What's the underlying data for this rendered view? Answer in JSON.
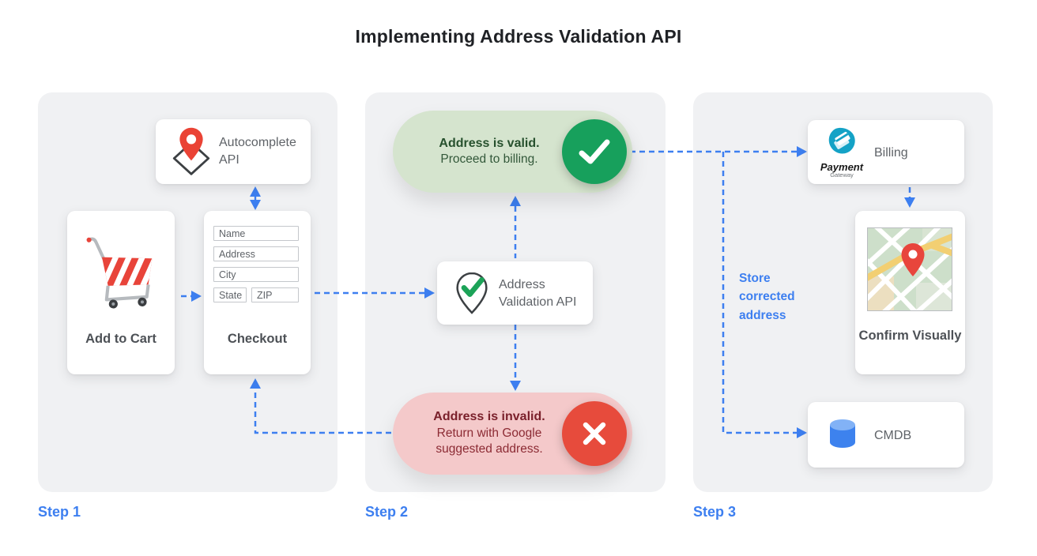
{
  "title": "Implementing Address Validation API",
  "steps": [
    {
      "label": "Step 1"
    },
    {
      "label": "Step 2"
    },
    {
      "label": "Step 3"
    }
  ],
  "step1": {
    "autocomplete_card": {
      "label": "Autocomplete API",
      "icon": "map-pin-diamond-icon"
    },
    "cart_card": {
      "label": "Add to Cart",
      "icon": "shopping-cart-icon"
    },
    "checkout_card": {
      "label": "Checkout",
      "fields": [
        "Name",
        "Address",
        "City",
        "State",
        "ZIP"
      ]
    }
  },
  "step2": {
    "valid_pill": {
      "title": "Address is valid.",
      "subtitle": "Proceed to billing.",
      "icon": "check-icon"
    },
    "validation_card": {
      "label": "Address Validation API",
      "icon": "map-pin-check-icon"
    },
    "invalid_pill": {
      "title": "Address is invalid.",
      "subtitle": "Return with Google suggested address.",
      "icon": "x-icon"
    }
  },
  "step3": {
    "billing_card": {
      "label": "Billing",
      "logo_title": "Payment",
      "logo_subtitle": "Gateway",
      "icon": "payment-gateway-logo"
    },
    "confirm_card": {
      "label": "Confirm Visually",
      "icon": "map-thumbnail"
    },
    "cmdb_card": {
      "label": "CMDB",
      "icon": "database-cylinder-icon"
    },
    "store_note": "Store corrected address"
  },
  "colors": {
    "arrow_blue": "#3d7ff0",
    "step_label_blue": "#3d7ff0",
    "panel_bg": "#f0f1f3",
    "valid_circle_green": "#17a05c",
    "valid_pill_bg": "#d5e4ce",
    "valid_text_green": "#27512e",
    "invalid_circle_red": "#e74b3c",
    "invalid_pill_bg": "#f4c9ca",
    "invalid_text_red": "#7a202b",
    "pin_red": "#ea4335",
    "payment_teal": "#14a2c6",
    "database_blue": "#3d82ee"
  }
}
